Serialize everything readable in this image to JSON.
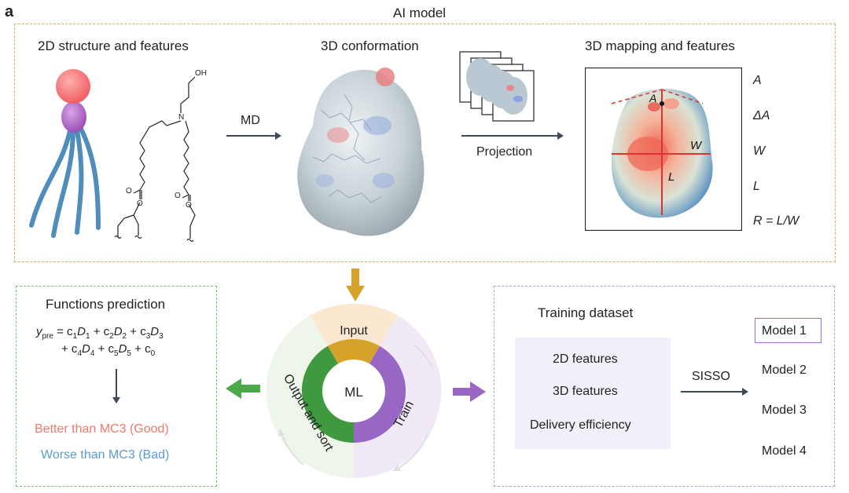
{
  "panel_letter": "a",
  "ai_model_title": "AI model",
  "top": {
    "structure_title": "2D structure and features",
    "conformation_title": "3D conformation",
    "mapping_title": "3D mapping and features",
    "md_label": "MD",
    "projection_label": "Projection",
    "molecule_labels": {
      "oh": "OH",
      "n": "N",
      "o": "O"
    },
    "map_labels": {
      "a": "A",
      "w": "W",
      "l": "L"
    },
    "features": [
      "A",
      "ΔA",
      "W",
      "L",
      "R = L/W"
    ]
  },
  "functions": {
    "title": "Functions prediction",
    "formula_line1": "y_pre = c1D1 + c2D2 + c3D3",
    "formula_line2": "+ c4D4 + c5D5 + c0",
    "better": "Better than MC3 (Good)",
    "worse": "Worse than MC3 (Bad)",
    "better_color": "#ef7a6c",
    "worse_color": "#5b9ccf"
  },
  "cycle": {
    "center": "ML",
    "input": "Input",
    "train": "Train",
    "output": "Output and sort",
    "colors": {
      "input": "#d5a22a",
      "train": "#9866c3",
      "output": "#3f9a3f"
    }
  },
  "training": {
    "title": "Training dataset",
    "features": [
      "2D features",
      "3D features",
      "Delivery efficiency"
    ],
    "method": "SISSO",
    "models": [
      "Model 1",
      "Model 2",
      "Model 3",
      "Model 4"
    ]
  }
}
